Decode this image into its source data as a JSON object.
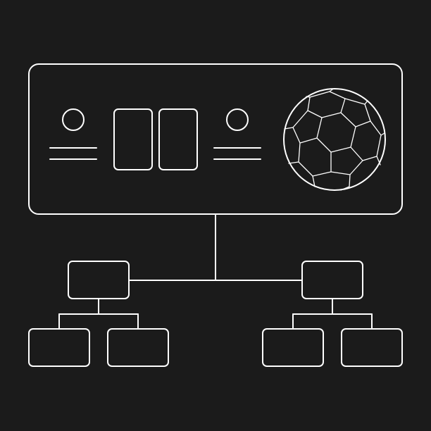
{
  "colors": {
    "background": "#1b1b1b",
    "line": "#ffffff"
  },
  "icon": {
    "name": "soccer-tournament-bracket-icon",
    "parts": [
      "scoreboard-panel",
      "team-avatar-left",
      "team-name-lines-left",
      "score-digit-left",
      "score-digit-right",
      "team-avatar-right",
      "team-name-lines-right",
      "soccer-ball-icon",
      "bracket-connector",
      "semifinal-node-left",
      "semifinal-node-right",
      "quarterfinal-node-1",
      "quarterfinal-node-2",
      "quarterfinal-node-3",
      "quarterfinal-node-4"
    ]
  }
}
